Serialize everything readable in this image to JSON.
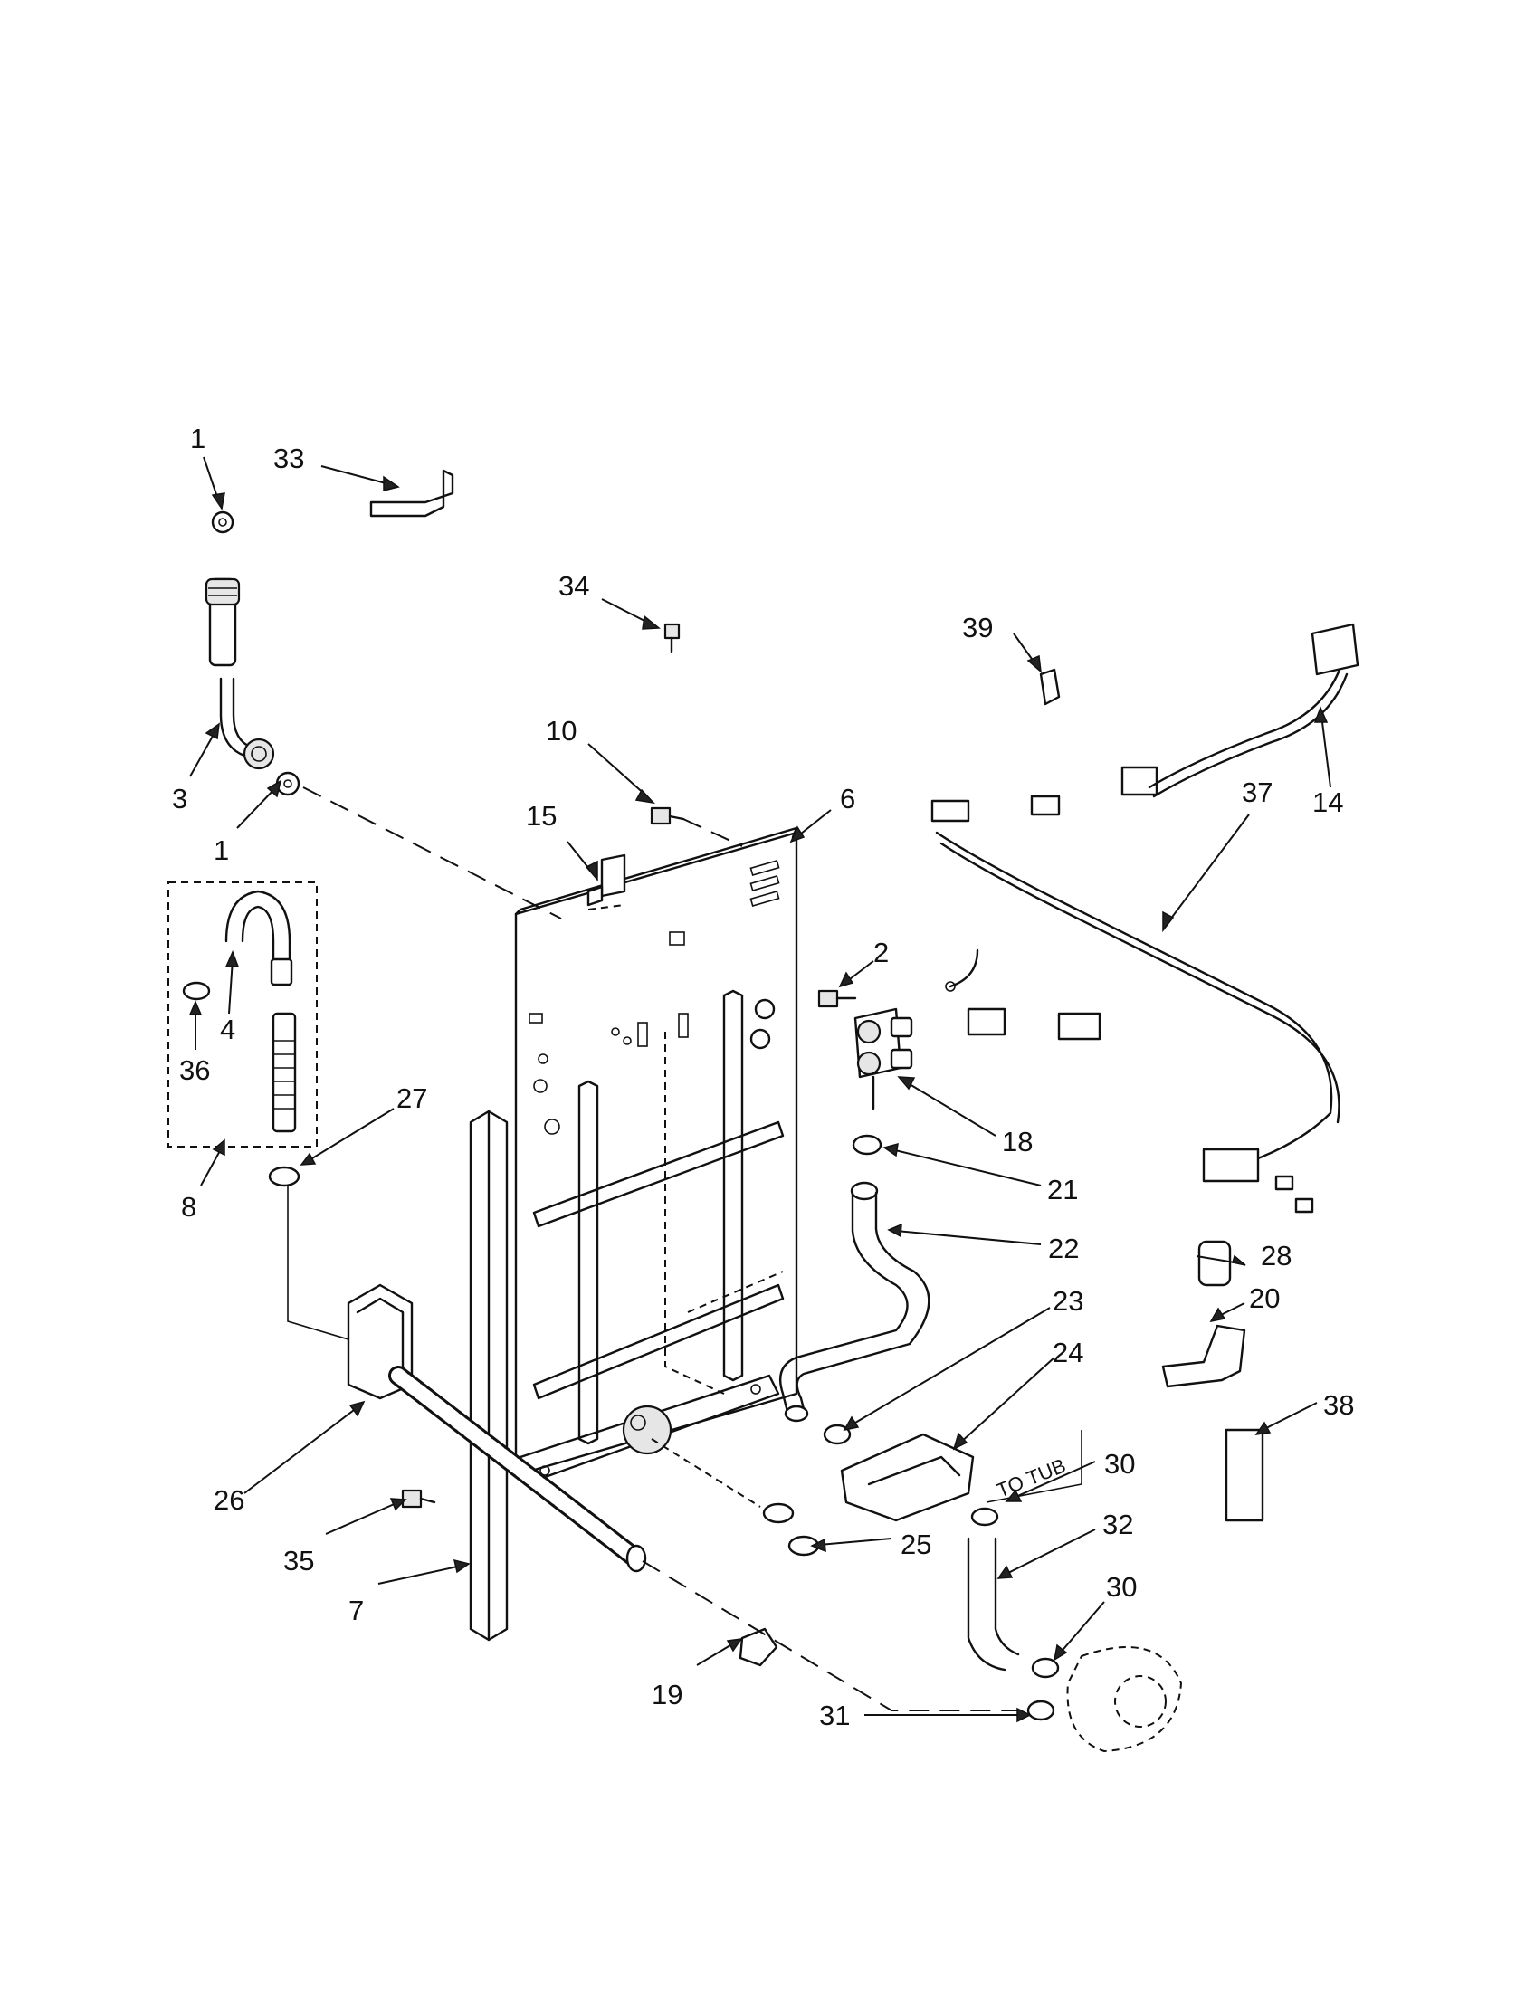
{
  "callouts": [
    {
      "id": "1",
      "label": "1"
    },
    {
      "id": "33",
      "label": "33"
    },
    {
      "id": "34",
      "label": "34"
    },
    {
      "id": "39",
      "label": "39"
    },
    {
      "id": "3",
      "label": "3"
    },
    {
      "id": "1b",
      "label": "1"
    },
    {
      "id": "10",
      "label": "10"
    },
    {
      "id": "6",
      "label": "6"
    },
    {
      "id": "15",
      "label": "15"
    },
    {
      "id": "37",
      "label": "37"
    },
    {
      "id": "14",
      "label": "14"
    },
    {
      "id": "2",
      "label": "2"
    },
    {
      "id": "4",
      "label": "4"
    },
    {
      "id": "36",
      "label": "36"
    },
    {
      "id": "27",
      "label": "27"
    },
    {
      "id": "8",
      "label": "8"
    },
    {
      "id": "18",
      "label": "18"
    },
    {
      "id": "21",
      "label": "21"
    },
    {
      "id": "22",
      "label": "22"
    },
    {
      "id": "28",
      "label": "28"
    },
    {
      "id": "23",
      "label": "23"
    },
    {
      "id": "20",
      "label": "20"
    },
    {
      "id": "24",
      "label": "24"
    },
    {
      "id": "38",
      "label": "38"
    },
    {
      "id": "26",
      "label": "26"
    },
    {
      "id": "30",
      "label": "30"
    },
    {
      "id": "32",
      "label": "32"
    },
    {
      "id": "35",
      "label": "35"
    },
    {
      "id": "25",
      "label": "25"
    },
    {
      "id": "7",
      "label": "7"
    },
    {
      "id": "30b",
      "label": "30"
    },
    {
      "id": "19",
      "label": "19"
    },
    {
      "id": "31",
      "label": "31"
    }
  ],
  "annotations": {
    "to_tub": "TO TUB"
  }
}
